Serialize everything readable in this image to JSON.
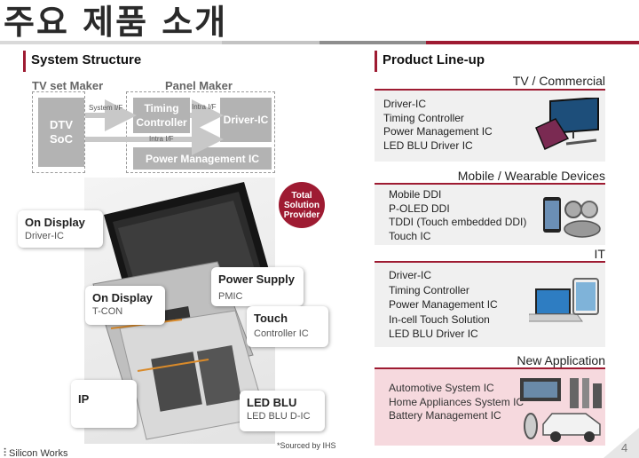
{
  "title": "주요 제품 소개",
  "colors": {
    "accent": "#9e1b32",
    "box_gray": "#b3b3b3",
    "panel_gray": "#f0f0f0",
    "panel_pink": "#f6d9de"
  },
  "system_structure": {
    "heading": "System Structure",
    "tv_set_maker": "TV set Maker",
    "panel_maker": "Panel Maker",
    "dtv_soc": [
      "DTV",
      "SoC"
    ],
    "timing_controller": [
      "Timing",
      "Controller"
    ],
    "driver_ic": "Driver-IC",
    "power_management_ic": "Power Management IC",
    "system_if": "System I/F",
    "intra_if_top": "Intra I/F",
    "intra_if_bottom": "Intra I/F",
    "badge": [
      "Total",
      "Solution",
      "Provider"
    ],
    "callouts": {
      "on_display_driver": {
        "title": "On Display",
        "sub": "Driver-IC"
      },
      "on_display_tcon": {
        "title": "On Display",
        "sub": "T-CON"
      },
      "power_supply": {
        "title": "Power Supply",
        "sub": "PMIC"
      },
      "touch": {
        "title": "Touch",
        "sub": "Controller IC"
      },
      "ip": {
        "title": "IP"
      },
      "led_blu": {
        "title": "LED BLU",
        "sub": "LED BLU D-IC"
      }
    },
    "source_note": "*Sourced by IHS"
  },
  "product_lineup": {
    "heading": "Product Line-up",
    "categories": [
      {
        "title": "TV / Commercial",
        "items": [
          "Driver-IC",
          "Timing Controller",
          "Power Management IC",
          "LED BLU Driver IC"
        ],
        "icon": "tv-devices-icon"
      },
      {
        "title": "Mobile / Wearable Devices",
        "items": [
          "Mobile DDI",
          "P-OLED DDI",
          "TDDI (Touch embedded DDI)",
          "Touch IC"
        ],
        "icon": "mobile-devices-icon"
      },
      {
        "title": "IT",
        "items": [
          "Driver-IC",
          "Timing Controller",
          "Power Management IC",
          "In-cell Touch Solution",
          "LED BLU Driver IC"
        ],
        "icon": "laptop-tablet-icon"
      },
      {
        "title": "New Application",
        "items": [
          "Automotive System IC",
          "Home Appliances System IC",
          "Battery Management IC"
        ],
        "icon": "car-appliance-icon"
      }
    ]
  },
  "footer": {
    "logo": "Silicon Works",
    "logo_mark": "⫶",
    "page": "4"
  }
}
